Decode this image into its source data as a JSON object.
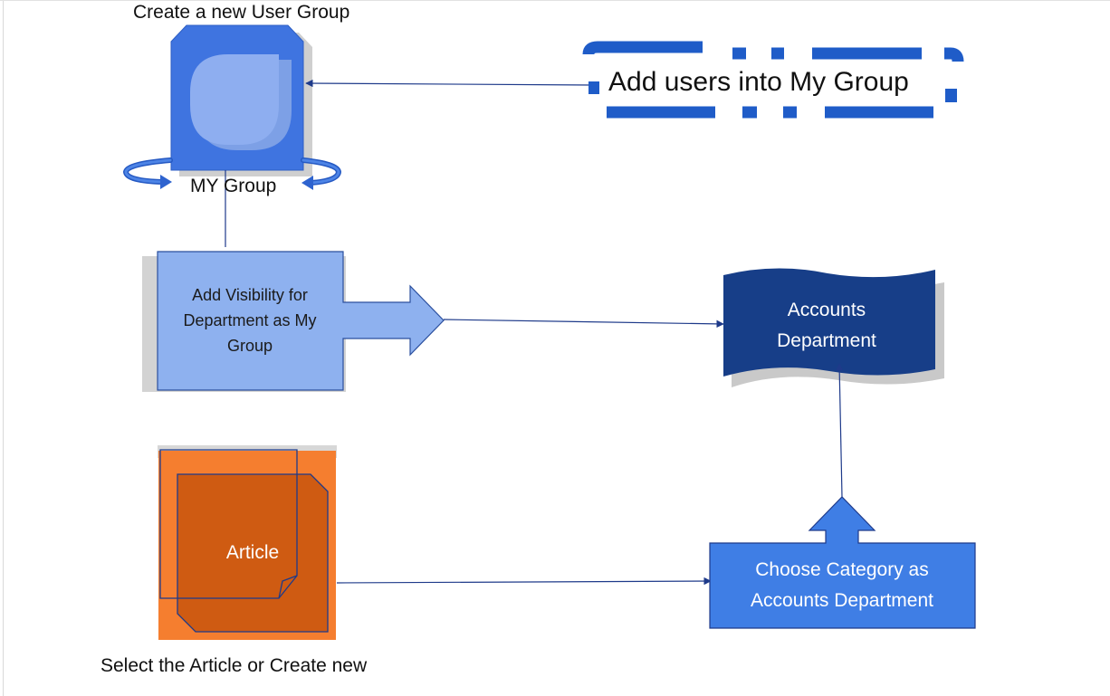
{
  "colors": {
    "group_blue": "#3f74e0",
    "group_inner": "#8eaef0",
    "light_blue": "#8eb1ef",
    "navy": "#173e88",
    "orange": "#f57e2f",
    "orange_dark": "#cf5b12",
    "category_blue": "#3f7ee5",
    "dash_blue": "#1f5cc8",
    "line": "#1e3a8a"
  },
  "icons": {
    "group": "user-group-icon",
    "rotate": "rotate-arrows-icon",
    "document": "document-icon"
  },
  "diagram": {
    "create_group_label": "Create a new User Group",
    "my_group_label": "MY Group",
    "add_users_label": "Add users into My Group",
    "visibility_label": "Add Visibility for Department as My Group",
    "accounts_label": "Accounts Department",
    "article_label": "Article",
    "select_article_label": "Select the Article or Create new",
    "category_label": "Choose Category as Accounts Department"
  }
}
